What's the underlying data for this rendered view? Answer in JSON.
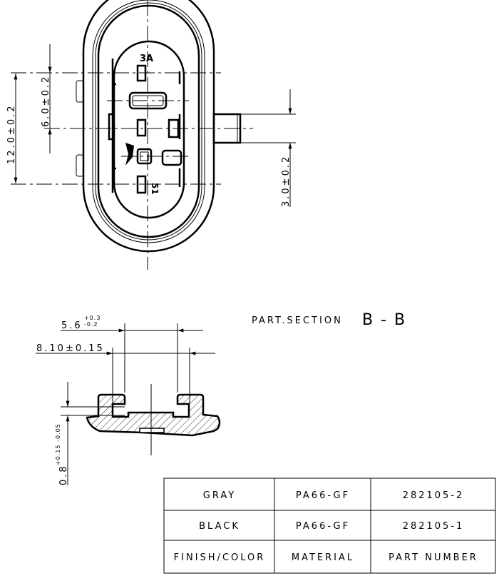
{
  "front_view": {
    "dim_overall": "12.0±0.2",
    "dim_half": "6.0±0.2",
    "dim_tab": "3.0±0.2",
    "label_top": "3A",
    "label_bottom": "51"
  },
  "section": {
    "title": "PART.SECTION",
    "name": "B - B",
    "dim_inner": "5.6",
    "dim_inner_tol_plus": "+0.3",
    "dim_inner_tol_minus": "-0.2",
    "dim_outer": "8.10±0.15",
    "dim_thickness": "0.8",
    "dim_thickness_tol": "+0.15 -0.05"
  },
  "table": {
    "rows": [
      {
        "color": "GRAY",
        "material": "PA66-GF",
        "part": "282105-2"
      },
      {
        "color": "BLACK",
        "material": "PA66-GF",
        "part": "282105-1"
      }
    ],
    "header": {
      "color": "FINISH/COLOR",
      "material": "MATERIAL",
      "part": "PART NUMBER"
    }
  }
}
